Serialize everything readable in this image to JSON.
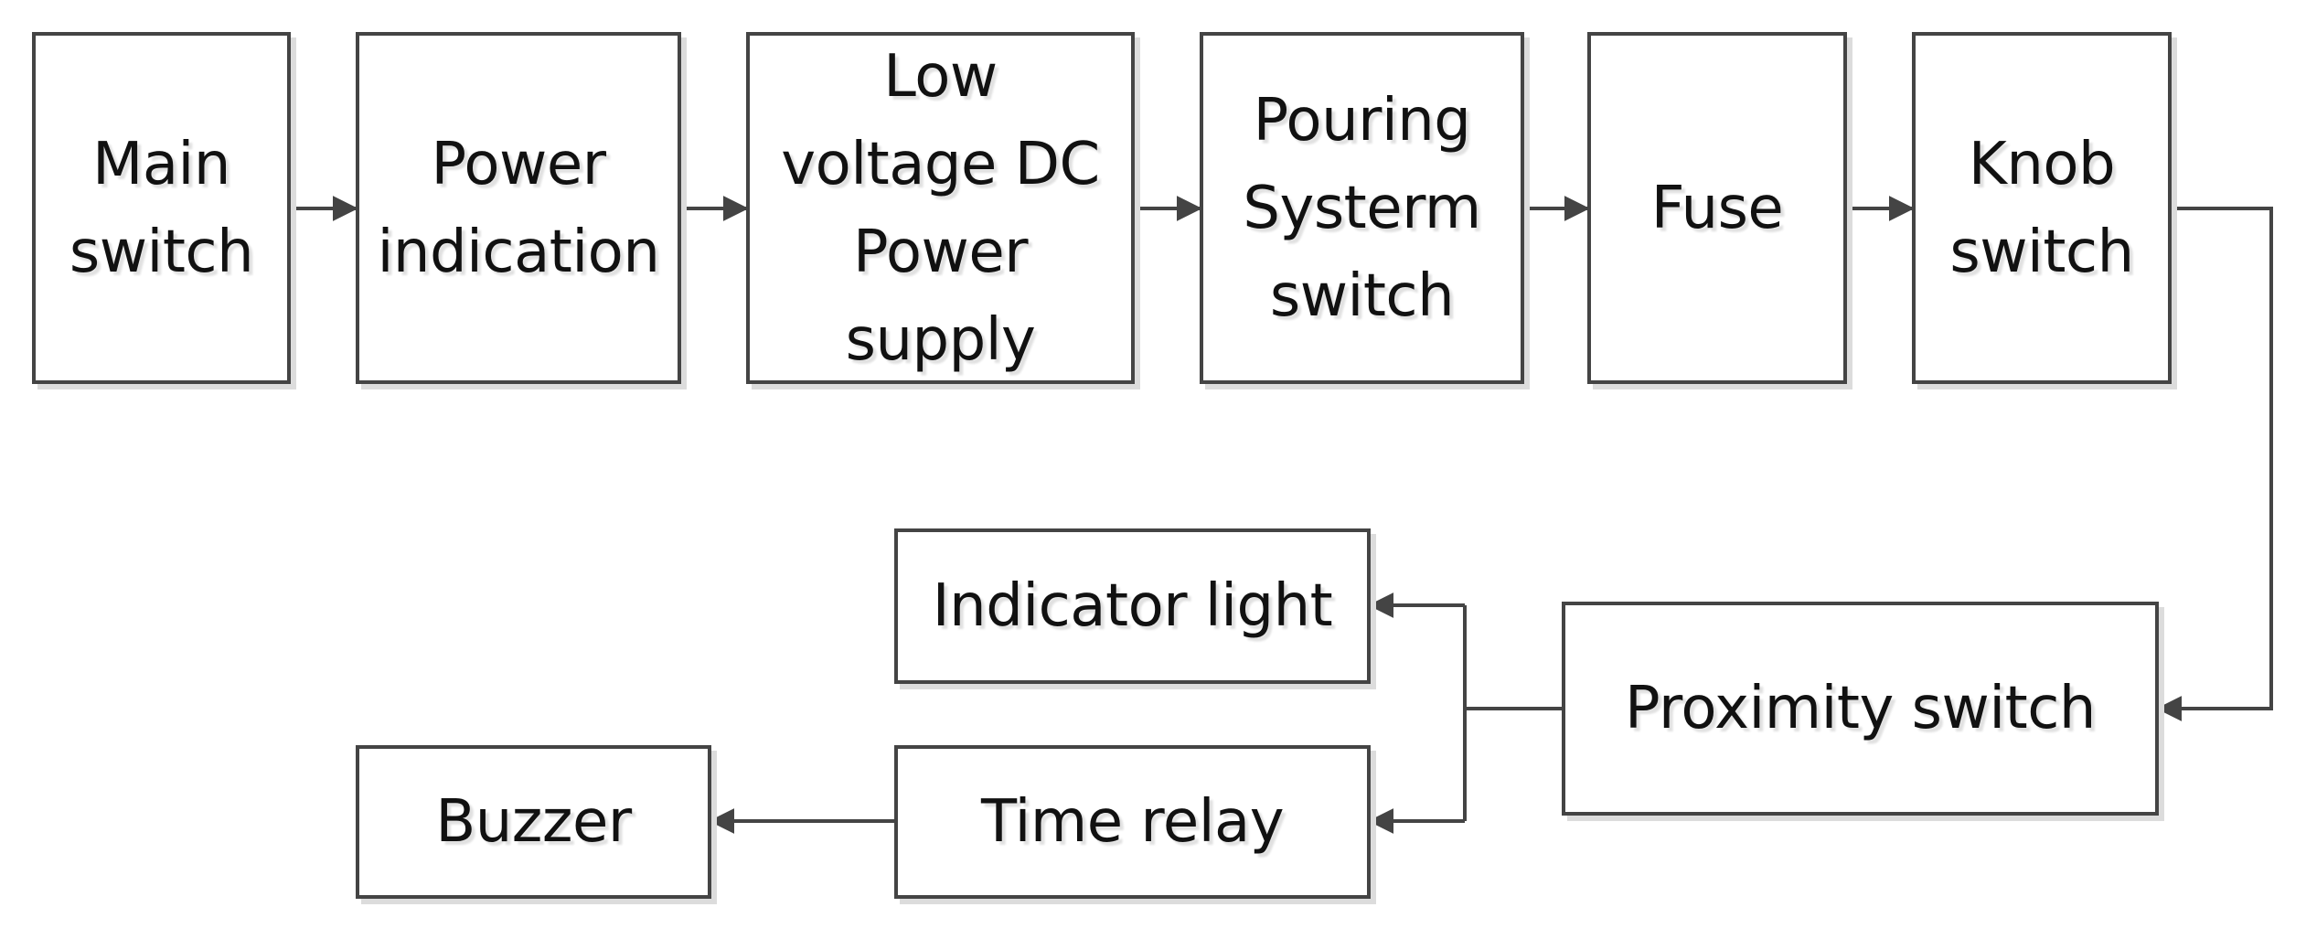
{
  "colors": {
    "stroke": "#444444",
    "text": "#111111",
    "background": "#ffffff",
    "shadow": "#dcdcdc"
  },
  "nodes": {
    "main_switch": "Main\nswitch",
    "power_indication": "Power\nindication",
    "low_voltage_dc_power_supply": "Low\nvoltage DC\nPower\nsupply",
    "pouring_systerm_switch": "Pouring\nSysterm\nswitch",
    "fuse": "Fuse",
    "knob_switch": "Knob\nswitch",
    "proximity_switch": "Proximity switch",
    "indicator_light": "Indicator light",
    "time_relay": "Time relay",
    "buzzer": "Buzzer"
  }
}
